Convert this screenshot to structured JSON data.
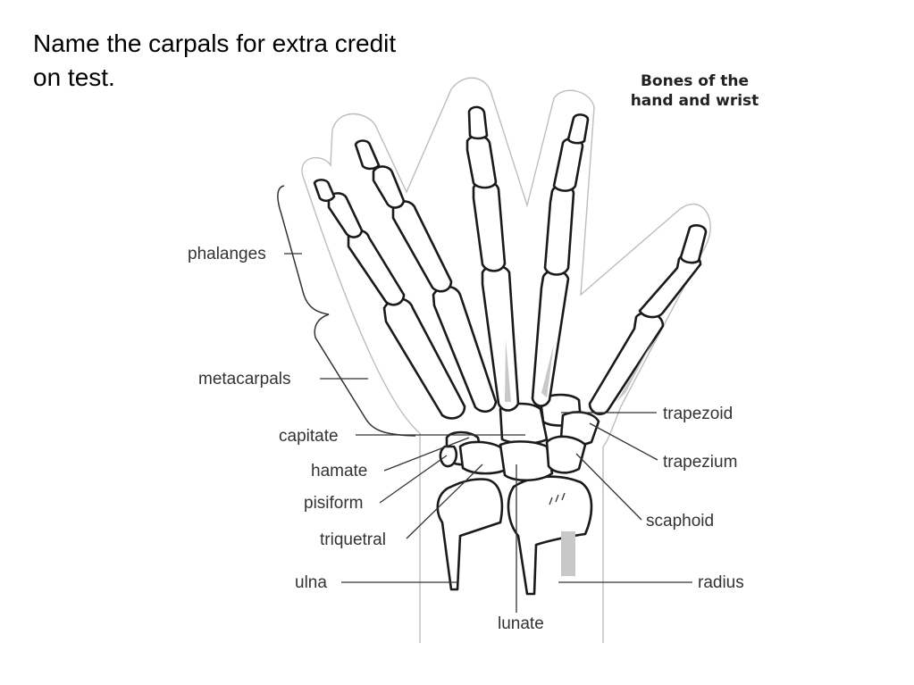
{
  "slide": {
    "title_lines": [
      "Name the carpals for extra credit",
      "on test."
    ]
  },
  "diagram": {
    "heading_lines": [
      "Bones of the",
      "hand and wrist"
    ],
    "labels": {
      "phalanges": "phalanges",
      "metacarpals": "metacarpals",
      "capitate": "capitate",
      "hamate": "hamate",
      "pisiform": "pisiform",
      "triquetral": "triquetral",
      "ulna": "ulna",
      "lunate": "lunate",
      "trapezoid": "trapezoid",
      "trapezium": "trapezium",
      "scaphoid": "scaphoid",
      "radius": "radius"
    }
  }
}
